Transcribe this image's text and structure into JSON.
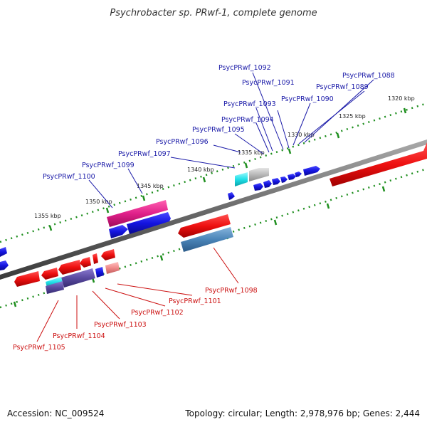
{
  "title": "Psychrobacter sp. PRwf-1, complete genome",
  "footer": {
    "accession": "Accession: NC_009524",
    "summary": "Topology: circular; Length: 2,978,976 bp; Genes: 2,444"
  },
  "kbp_labels": [
    "1320 kbp",
    "1325 kbp",
    "1330 kbp",
    "1335 kbp",
    "1340 kbp",
    "1345 kbp",
    "1350 kbp",
    "1355 kbp"
  ],
  "plus_strand_genes": [
    "PsycPRwf_1088",
    "PsycPRwf_1089",
    "PsycPRwf_1090",
    "PsycPRwf_1091",
    "PsycPRwf_1092",
    "PsycPRwf_1093",
    "PsycPRwf_1094",
    "PsycPRwf_1095",
    "PsycPRwf_1096",
    "PsycPRwf_1097",
    "PsycPRwf_1099",
    "PsycPRwf_1100"
  ],
  "minus_strand_genes": [
    "PsycPRwf_1098",
    "PsycPRwf_1101",
    "PsycPRwf_1102",
    "PsycPRwf_1103",
    "PsycPRwf_1104",
    "PsycPRwf_1105"
  ],
  "colors": {
    "plus_label": "#1a1aa8",
    "minus_label": "#cc1111",
    "backbone": "#777777",
    "tick": "#1f8f1f",
    "gene_blue": "#1414e0",
    "gene_red": "#ee1010",
    "gene_magenta": "#e0208a",
    "gene_steel": "#4a84b8",
    "gene_cyan": "#20e0e8",
    "gene_grey": "#b8b8b8",
    "gene_purple": "#5a4aa0",
    "gene_pink": "#f08a8a"
  }
}
